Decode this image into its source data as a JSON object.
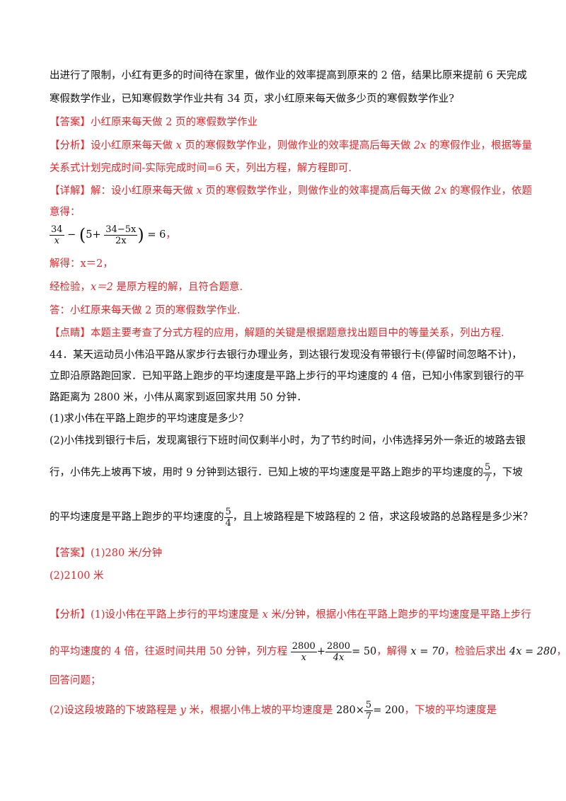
{
  "problem43": {
    "line1": "出进行了限制，小红有更多的时间待在家里，做作业的效率提高到原来的 2 倍，结果比原来提前 6 天完成",
    "line2": "寒假数学作业，已知寒假数学作业共有 34 页，求小红原来每天做多少页的寒假数学作业?"
  },
  "answer43": {
    "tag": "【答案】",
    "text": "小红原来每天做 2 页的寒假数学作业"
  },
  "analysis43": {
    "tag": "【分析】",
    "l1a": "设小红原来每天做 ",
    "var": "x",
    "l1b": " 页的寒假数学作业，则做作业的效率提高后每天做 ",
    "var2": "2x",
    "l1c": " 的寒假作业，根据等量",
    "l2": "关系式计划完成时间-实际完成时间=6 天，列出方程，解方程即可."
  },
  "detail43": {
    "tag": "【详解】",
    "l1a": "解：设小红原来每天做 ",
    "var": "x",
    "l1b": " 页的寒假数学作业，则做作业的效率提高后每天做 ",
    "var2": "2x",
    "l1c": " 的寒假作业，依题",
    "l2": "意得：",
    "eq": {
      "n1": "34",
      "d1": "x",
      "minus": "−",
      "lp": "(",
      "five": "5+",
      "n2": "34−5x",
      "d2": "2x",
      "rp": ")",
      "eq": "= 6",
      "comma": "，"
    },
    "solve": "解得：x＝2，",
    "check_a": "经检验，",
    "check_b": "x＝2",
    "check_c": " 是原方程的解，且符合题意.",
    "ans": "答：小红原来每天做 2 页的寒假数学作业."
  },
  "comment43": {
    "tag": "【点睛】",
    "text": "本题主要考查了分式方程的应用，解题的关键是根据题意找出题目中的等量关系，列出方程."
  },
  "problem44": {
    "l1": "44．某天运动员小伟沿平路从家步行去银行办理业务，到达银行发现没有带银行卡(停留时间忽略不计)，",
    "l2": "立即沿原路跑回家．已知平路上跑步的平均速度是平路上步行的平均速度的 4 倍，已知小伟家到银行的平",
    "l3": "路距离为 2800 米，小伟从离家到返回家共用 50 分钟．",
    "q1": "(1)求小伟在平路上跑步的平均速度是多少？",
    "q2a": "(2)小伟找到银行卡后，发现离银行下班时间仅剩半小时，为了节约时间，小伟选择另外一条近的坡路去银",
    "q2b": "行，小伟先上坡再下坡，用时 9 分钟到达银行．已知上坡的平均速度是平路上跑步的平均速度的",
    "f1n": "5",
    "f1d": "7",
    "q2b_end": "，下坡",
    "q2c": "的平均速度是平路上跑步的平均速度的",
    "f2n": "5",
    "f2d": "4",
    "q2c_end": "，且上坡路程是下坡路程的 2 倍，求这段坡路的总路程是多少米？"
  },
  "answer44": {
    "tag": "【答案】",
    "a1": "(1)280 米/分钟",
    "a2": "(2)2100 米"
  },
  "analysis44": {
    "tag": "【分析】",
    "l1a": "(1)设小伟在平路上步行的平均速度是 ",
    "var": "x",
    "l1b": " 米/分钟，根据小伟在平路上跑步的平均速度是平路上步行",
    "l2a": "的平均速度的 4 倍，往返时间共用 50 分钟，列方程",
    "e_n1": "2800",
    "e_d1": "x",
    "e_plus": "+",
    "e_n2": "2800",
    "e_d2": "4x",
    "e_eq": "= 50",
    "l2b": "，解得",
    "sol": "x = 70",
    "l2c": "，检验后求出",
    "res": "4x = 280",
    "l2d": "，",
    "l3": "回答问题；",
    "l4a": "(2)设这段坡路的下坡路程是 ",
    "var_y": "y",
    "l4b": " 米，根据小伟上坡的平均速度是",
    "m_a": "280×",
    "m_n": "5",
    "m_d": "7",
    "m_eq": "= 200",
    "l4c": "，下坡的平均速度是"
  }
}
